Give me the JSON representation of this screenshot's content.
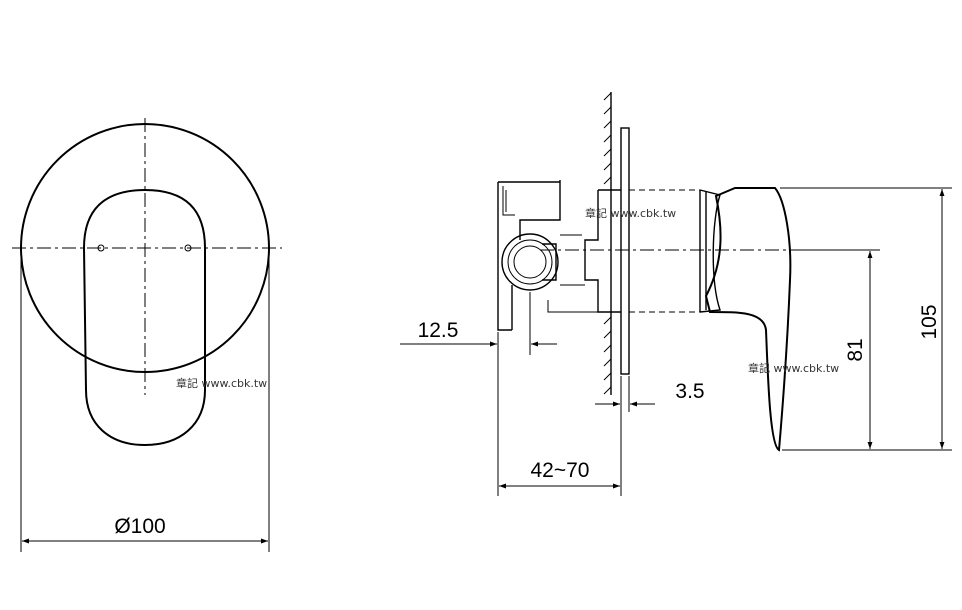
{
  "dimensions": {
    "diameter": "Ø100",
    "offset": "12.5",
    "plate": "3.5",
    "depth": "42~70",
    "lever_height": "81",
    "total_height": "105"
  },
  "watermarks": {
    "left": "章記 www.cbk.tw",
    "middle": "章記 www.cbk.tw",
    "right": "章記 www.cbk.tw"
  },
  "colors": {
    "line": "#000000",
    "background": "#ffffff"
  }
}
